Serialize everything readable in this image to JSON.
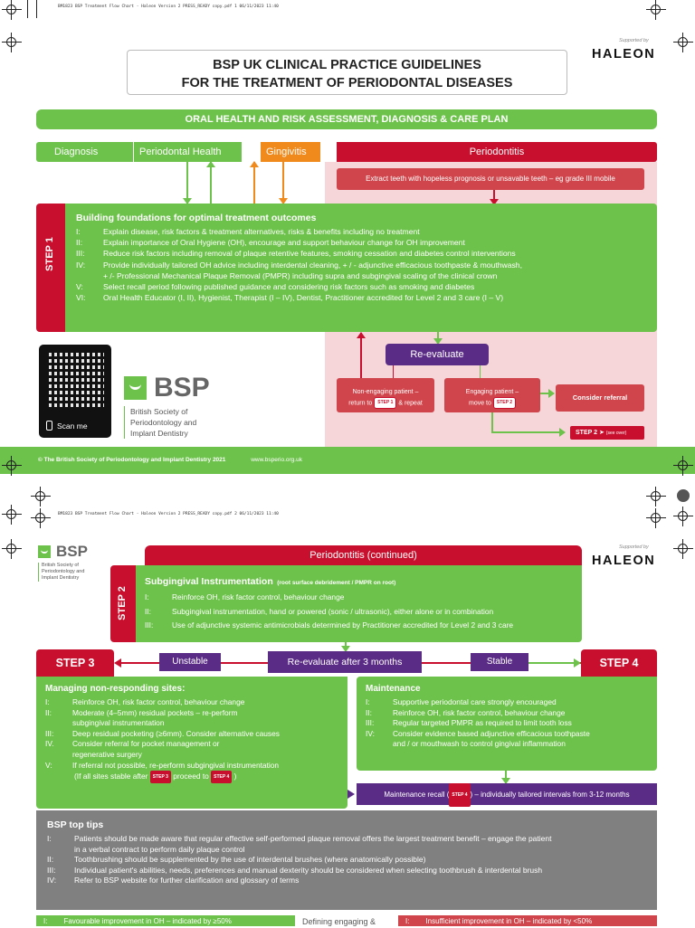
{
  "page1": {
    "file_header": "BM1823 BSP Treatment Flow Chart - Haleon Version 2 PRESS_READY copy.pdf   1   06/11/2023   11:40",
    "title_line1": "BSP UK CLINICAL PRACTICE GUIDELINES",
    "title_line2": "FOR THE TREATMENT OF PERIODONTAL DISEASES",
    "supported_by": "Supported by",
    "sponsor": "HALEON",
    "assessment_banner": "ORAL HEALTH AND RISK ASSESSMENT, DIAGNOSIS & CARE PLAN",
    "diagnosis_label": "Diagnosis",
    "periodontal_health": "Periodontal Health",
    "gingivitis": "Gingivitis",
    "periodontitis": "Periodontitis",
    "extract_note": "Extract teeth with hopeless prognosis or unsavable teeth – eg grade III mobile",
    "step1": {
      "label": "STEP 1",
      "heading": "Building foundations for optimal treatment outcomes",
      "items": [
        {
          "num": "I:",
          "text": "Explain disease, risk factors & treatment alternatives, risks & benefits including no treatment"
        },
        {
          "num": "II:",
          "text": "Explain importance of Oral Hygiene (OH), encourage and support behaviour change for OH improvement"
        },
        {
          "num": "III:",
          "text": "Reduce risk factors including removal of plaque retentive features, smoking cessation and diabetes control interventions"
        },
        {
          "num": "IV:",
          "text": "Provide individually tailored OH advice including interdental cleaning, + / - adjunctive efficacious toothpaste & mouthwash,"
        },
        {
          "num": "",
          "text": "+ /- Professional Mechanical Plaque Removal (PMPR) including supra and subgingival scaling of the clinical crown"
        },
        {
          "num": "V:",
          "text": "Select recall period following published guidance and considering risk factors such as smoking and diabetes"
        },
        {
          "num": "VI:",
          "text": "Oral Health Educator (I, II), Hygienist, Therapist (I – IV), Dentist, Practitioner accredited for Level 2 and 3 care (I – V)"
        }
      ]
    },
    "scan_me": "Scan me",
    "bsp_logo": "BSP",
    "bsp_name_line1": "British Society of",
    "bsp_name_line2": "Periodontology and",
    "bsp_name_line3": "Implant Dentistry",
    "reevaluate": "Re-evaluate",
    "non_engaging_line1": "Non-engaging patient –",
    "non_engaging_line2a": "return to",
    "non_engaging_tag": "STEP 1",
    "non_engaging_line2b": "& repeat",
    "engaging_line1": "Engaging patient –",
    "engaging_line2a": "move to",
    "engaging_tag": "STEP 2",
    "consider_referral": "Consider referral",
    "step2_arrow": "STEP 2",
    "see_over": "(see over)",
    "copyright": "© The British Society of Periodontology and Implant Dentistry 2021",
    "website": "www.bsperio.org.uk"
  },
  "page2": {
    "file_header": "BM1823 BSP Treatment Flow Chart - Haleon Version 2 PRESS_READY copy.pdf   2   06/11/2023   11:40",
    "bsp_logo": "BSP",
    "bsp_name_line1": "British Society of",
    "bsp_name_line2": "Periodontology and",
    "bsp_name_line3": "Implant Dentistry",
    "supported_by": "Supported by",
    "sponsor": "HALEON",
    "periodontitis_continued": "Periodontitis (continued)",
    "step2": {
      "label": "STEP 2",
      "heading": "Subgingival Instrumentation",
      "heading_note": "(root surface debridement / PMPR on root)",
      "items": [
        {
          "num": "I:",
          "text": "Reinforce OH, risk factor control, behaviour change"
        },
        {
          "num": "II:",
          "text": "Subgingival instrumentation, hand or powered (sonic / ultrasonic), either alone or in combination"
        },
        {
          "num": "III:",
          "text": "Use of adjunctive systemic antimicrobials determined by Practitioner accredited for Level 2 and 3 care"
        }
      ]
    },
    "step3_label": "STEP 3",
    "unstable": "Unstable",
    "reevaluate_3m": "Re-evaluate after 3 months",
    "stable": "Stable",
    "step4_label": "STEP 4",
    "step3": {
      "heading": "Managing non-responding sites:",
      "items": [
        {
          "num": "I:",
          "text": "Reinforce OH, risk factor control, behaviour change"
        },
        {
          "num": "II:",
          "text": "Moderate (4–5mm) residual pockets – re-perform"
        },
        {
          "num": "",
          "text": "subgingival instrumentation"
        },
        {
          "num": "III:",
          "text": "Deep residual pocketing (≥6mm). Consider alternative causes"
        },
        {
          "num": "IV.",
          "text": "Consider referral for pocket management or"
        },
        {
          "num": "",
          "text": "regenerative surgery"
        },
        {
          "num": "V:",
          "text": "If referral not possible, re-perform subgingival instrumentation"
        }
      ],
      "last_a": "(If all sites stable after",
      "last_tag1": "STEP 3",
      "last_b": "proceed to",
      "last_tag2": "STEP 4",
      "last_c": ")"
    },
    "step4": {
      "heading": "Maintenance",
      "items": [
        {
          "num": "I:",
          "text": "Supportive periodontal care strongly encouraged"
        },
        {
          "num": "II:",
          "text": "Reinforce OH, risk factor control, behaviour change"
        },
        {
          "num": "III:",
          "text": "Regular targeted PMPR as required to limit tooth loss"
        },
        {
          "num": "IV:",
          "text": "Consider evidence based adjunctive efficacious toothpaste"
        },
        {
          "num": "",
          "text": "and / or mouthwash to control gingival inflammation"
        }
      ]
    },
    "maintenance_recall_a": "Maintenance recall (",
    "maintenance_recall_tag": "STEP 4",
    "maintenance_recall_b": ") – individually tailored intervals from 3-12 months",
    "tips": {
      "heading": "BSP top tips",
      "items": [
        {
          "num": "I:",
          "text": "Patients should be made aware that regular effective self-performed plaque removal offers the largest treatment benefit – engage the patient"
        },
        {
          "num": "",
          "text": "in a verbal contract to perform daily plaque control"
        },
        {
          "num": "II:",
          "text": "Toothbrushing should be supplemented by the use of interdental brushes (where anatomically possible)"
        },
        {
          "num": "III:",
          "text": "Individual patient's abilities, needs, preferences and manual dexterity should be considered when selecting toothbrush & interdental brush"
        },
        {
          "num": "IV:",
          "text": "Refer to BSP website for further clarification and glossary of terms"
        }
      ]
    },
    "footer_left": "Favourable improvement in OH – indicated by ≥50%",
    "footer_mid": "Defining engaging &",
    "footer_right": "Insufficient improvement in OH – indicated by <50%"
  },
  "colors": {
    "green": "#6cc24a",
    "red": "#c8102e",
    "orange": "#f08a1d",
    "purple": "#5b2c86",
    "grey": "#808080",
    "pink": "#f6d6d9"
  }
}
